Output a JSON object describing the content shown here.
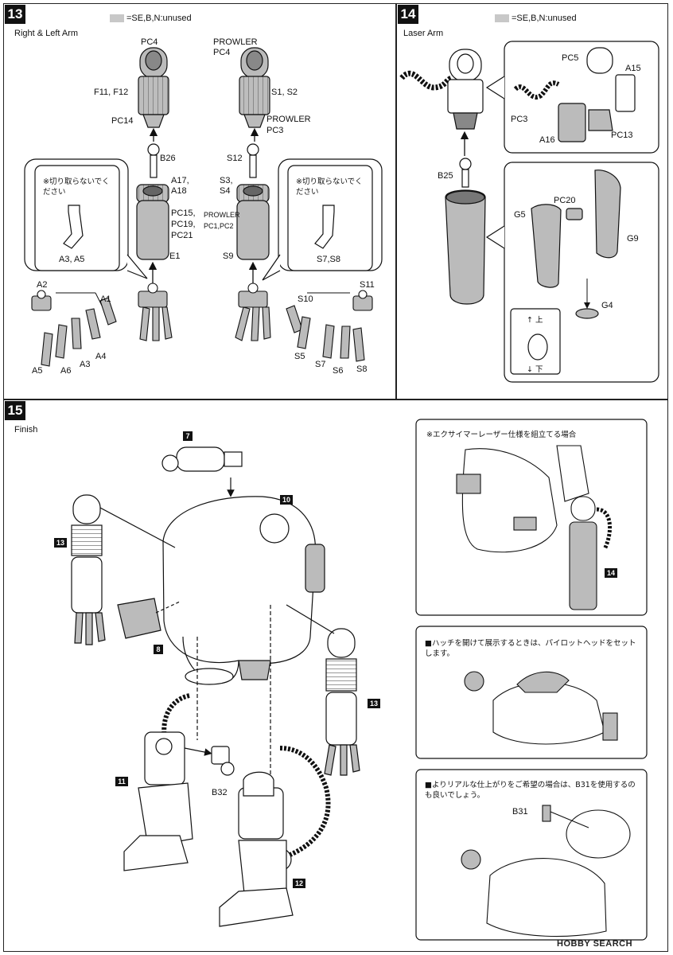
{
  "step13": {
    "number": "13",
    "title": "Right & Left Arm",
    "legend": "=SE,B,N:unused",
    "callout_left_note": "※切り取らないでください",
    "callout_left_parts": "A3, A5",
    "callout_right_note": "※切り取らないでください",
    "callout_right_parts": "S7,S8",
    "labels": {
      "pc4_left": "PC4",
      "f11_f12": "F11, F12",
      "pc14": "PC14",
      "b26": "B26",
      "a17": "A17,",
      "a18": "A18",
      "pc15": "PC15,",
      "pc19": "PC19,",
      "pc21": "PC21",
      "e1": "E1",
      "a2": "A2",
      "a1": "A1",
      "a4": "A4",
      "a3": "A3",
      "a5": "A5",
      "a6": "A6",
      "prowler_top": "PROWLER",
      "pc4_right": "PC4",
      "s1_s2": "S1, S2",
      "prowler_mid": "PROWLER",
      "pc3": "PC3",
      "s12": "S12",
      "s3": "S3,",
      "s4": "S4",
      "prowler_pc": "PROWLER",
      "pc1_pc2": "PC1,PC2",
      "s9": "S9",
      "s11": "S11",
      "s10": "S10",
      "s5": "S5",
      "s7": "S7",
      "s6": "S6",
      "s8": "S8"
    }
  },
  "step14": {
    "number": "14",
    "title": "Laser Arm",
    "legend": "=SE,B,N:unused",
    "labels": {
      "pc5": "PC5",
      "a15": "A15",
      "pc3": "PC3",
      "a16": "A16",
      "pc13": "PC13",
      "b25": "B25",
      "pc20": "PC20",
      "g5": "G5",
      "g9": "G9",
      "g4": "G4",
      "up": "↑ 上",
      "down": "↓ 下"
    }
  },
  "step15": {
    "number": "15",
    "title": "Finish",
    "badges": {
      "b7": "7",
      "b10": "10",
      "b13a": "13",
      "b8": "8",
      "b13b": "13",
      "b11": "11",
      "b12": "12",
      "b14": "14"
    },
    "b32": "B32",
    "note_excimer": "※エクサイマーレーザー仕様を組立てる場合",
    "note_hatch": "■ハッチを開けて展示するときは、パイロットヘッドをセットします。",
    "note_b31": "■よりリアルな仕上がりをご希望の場合は、B31を使用するのも良いでしょう。",
    "b31": "B31"
  },
  "watermark": "HOBBY SEARCH",
  "colors": {
    "part_gray": "#b9b9b9",
    "swatch": "#c8c8c8",
    "ink": "#111111"
  }
}
